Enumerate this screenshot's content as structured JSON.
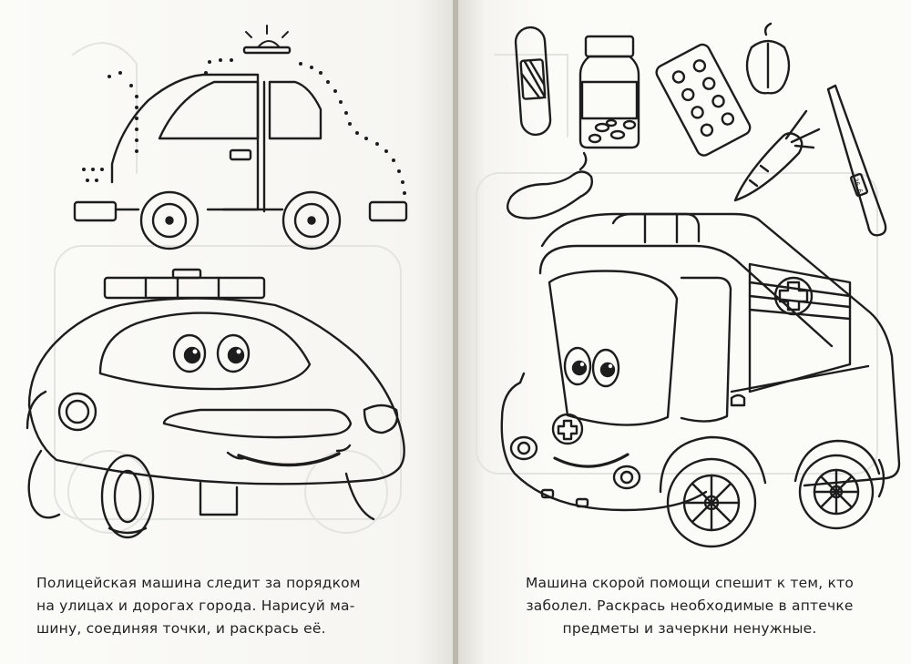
{
  "left_page": {
    "caption_lines": [
      "Полицейская машина следит за порядком",
      "на улицах и дорогах города. Нарисуй ма-",
      "шину, соединяя точки, и раскрась её."
    ]
  },
  "right_page": {
    "caption_lines": [
      "Машина скорой помощи спешит к тем, кто",
      "заболел. Раскрась необходимые в аптечке",
      "предметы и зачеркни ненужные."
    ],
    "thermometer_readout": "36.6"
  }
}
